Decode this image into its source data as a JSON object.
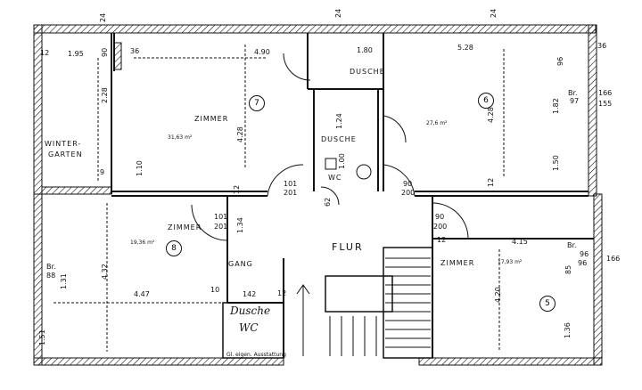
{
  "rooms": {
    "wintergarten_l1": "WINTER-",
    "wintergarten_l2": "GARTEN",
    "zimmer7": "ZIMMER",
    "dusche_top": "DUSCHE",
    "dusche_mid": "DUSCHE",
    "wc": "WC",
    "zimmer8": "ZIMMER",
    "flur": "FLUR",
    "gang": "GANG",
    "zimmer5": "ZIMMER",
    "dusche_wc_l1": "Dusche",
    "dusche_wc_l2": "WC"
  },
  "room_numbers": [
    "7",
    "6",
    "8",
    "5"
  ],
  "areas": {
    "a7": "31,63 m²",
    "a6": "27,6 m²",
    "a8": "19,36 m²",
    "a5": "17,93 m²"
  },
  "dimensions": {
    "d195": "1.95",
    "d12a": "12",
    "d36a": "36",
    "d24a": "24",
    "d24b": "24",
    "d24c": "24",
    "d490": "4.90",
    "d180": "1.80",
    "d528": "5.28",
    "d36b": "36",
    "d228": "2.28",
    "d90": "90",
    "d428a": "4.28",
    "d124": "1.24",
    "d428b": "4.28",
    "d182": "1.82",
    "d96": "96",
    "d166": "166",
    "d155": "155",
    "d110": "1.10",
    "d150": "1.50",
    "d12b": "12",
    "d12c": "12",
    "d100": "1.00",
    "d101a": "101",
    "d201a": "201",
    "d90b": "90",
    "d200a": "200",
    "d101b": "101",
    "d201b": "201",
    "d134": "1.34",
    "d62": "62",
    "d90c": "90",
    "d200b": "200",
    "d12d": "12",
    "d415": "4.15",
    "d85": "85",
    "d96b": "96",
    "d166b": "166",
    "d432": "4.32",
    "d131": "1.31",
    "d447": "4.47",
    "d10": "10",
    "d142": "142",
    "d12e": "12",
    "d420": "4.20",
    "d151": "1.51",
    "d136": "1.36",
    "d9": "9",
    "br_left_l1": "Br.",
    "br_left_l2": "88",
    "br_right_l1": "Br.",
    "br_right_l2": "96",
    "br_top_l1": "Br.",
    "br_top_l2": "97",
    "note_bottom": "Gl. eigen. Ausstattung"
  }
}
